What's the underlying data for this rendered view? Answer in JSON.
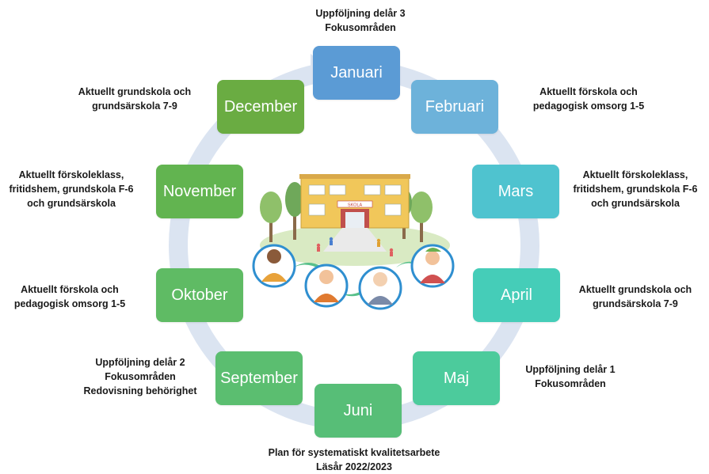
{
  "months": [
    {
      "id": "januari",
      "label": "Januari",
      "color": "#5b9bd5"
    },
    {
      "id": "februari",
      "label": "Februari",
      "color": "#6db2da"
    },
    {
      "id": "mars",
      "label": "Mars",
      "color": "#4fc3cf"
    },
    {
      "id": "april",
      "label": "April",
      "color": "#45cdb8"
    },
    {
      "id": "maj",
      "label": "Maj",
      "color": "#4ccb9c"
    },
    {
      "id": "juni",
      "label": "Juni",
      "color": "#57be77"
    },
    {
      "id": "september",
      "label": "September",
      "color": "#5bbe70"
    },
    {
      "id": "oktober",
      "label": "Oktober",
      "color": "#5fbb64"
    },
    {
      "id": "november",
      "label": "November",
      "color": "#62b450"
    },
    {
      "id": "december",
      "label": "December",
      "color": "#6aac42"
    }
  ],
  "notes": {
    "januari": [
      "Uppföljning delår 3",
      "Fokusområden"
    ],
    "februari": [
      "Aktuellt förskola och",
      "pedagogisk omsorg 1-5"
    ],
    "mars": [
      "Aktuellt förskoleklass,",
      "fritidshem, grundskola F-6",
      "och grundsärskola"
    ],
    "april": [
      "Aktuellt grundskola och",
      "grundsärskola 7-9"
    ],
    "maj": [
      "Uppföljning delår 1",
      "Fokusområden"
    ],
    "september": [
      "Uppföljning delår 2",
      "Fokusområden",
      "Redovisning behörighet"
    ],
    "oktober": [
      "Aktuellt förskola och",
      "pedagogisk omsorg 1-5"
    ],
    "november": [
      "Aktuellt förskoleklass,",
      "fritidshem, grundskola F-6",
      "och grundsärskola"
    ],
    "december": [
      "Aktuellt grundskola och",
      "grundsärskola 7-9"
    ]
  },
  "footer": {
    "line1": "Plan för systematiskt kvalitetsarbete",
    "line2": "Läsår 2022/2023"
  },
  "illustration": {
    "school_sign": "SKOLA"
  }
}
